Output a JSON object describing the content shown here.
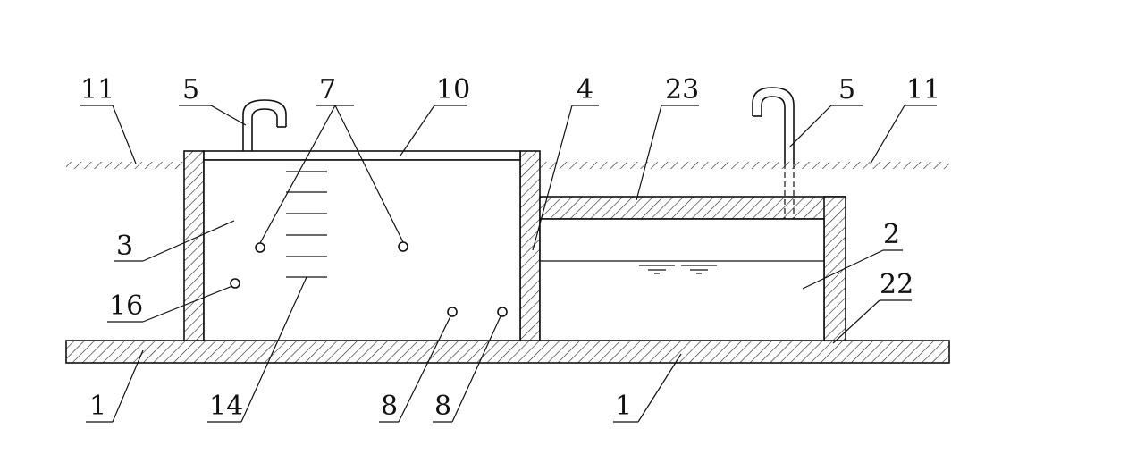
{
  "diagram": {
    "labels": {
      "l11_left": "11",
      "l5_left": "5",
      "l7": "7",
      "l10": "10",
      "l4": "4",
      "l23": "23",
      "l5_right": "5",
      "l11_right": "11",
      "l3": "3",
      "l16": "16",
      "l2": "2",
      "l22": "22",
      "l1_left": "1",
      "l14": "14",
      "l8_a": "8",
      "l8_b": "8",
      "l1_right": "1"
    }
  }
}
